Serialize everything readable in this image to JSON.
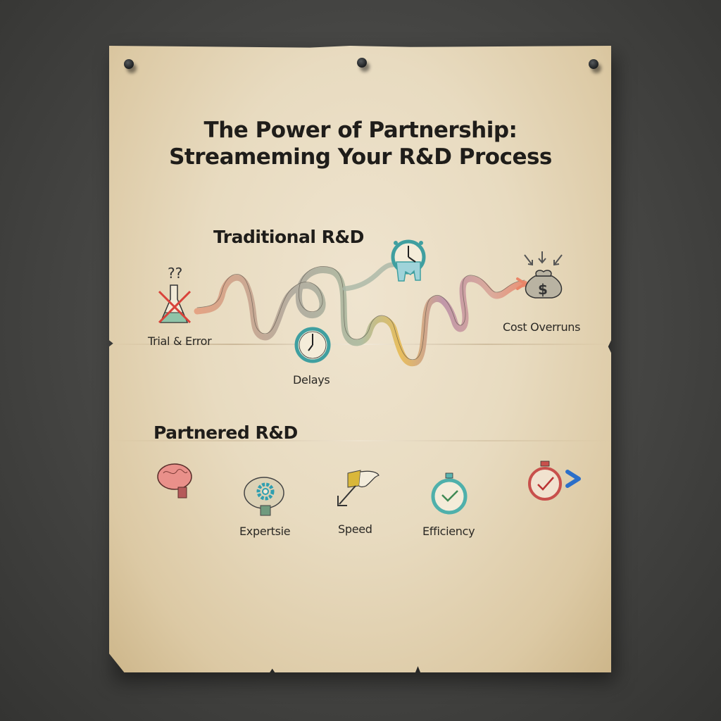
{
  "poster": {
    "title_line1": "The Power of Partnership:",
    "title_line2": "Streameming Your R&D Process",
    "pins": [
      "pin-left",
      "pin-center",
      "pin-right"
    ]
  },
  "traditional": {
    "heading": "Traditional R&D",
    "items": [
      {
        "label": "Trial & Error",
        "icon": "crossed-flask-icon"
      },
      {
        "label": "Delays",
        "icon": "clock-icon"
      },
      {
        "label": "",
        "icon": "melting-clock-icon"
      },
      {
        "label": "Cost Overruns",
        "icon": "money-bag-icon"
      }
    ],
    "path_style": "tangled multicolor pencil path",
    "colors": {
      "start": "#e8936f",
      "end_arrow": "#e8866a",
      "clock": "#3f9fa0"
    }
  },
  "partnered": {
    "heading": "Partnered R&D",
    "items": [
      {
        "label": "",
        "icon": "brain-icon"
      },
      {
        "label": "Expertsie",
        "icon": "brain-gear-icon"
      },
      {
        "label": "Speed",
        "icon": "winged-arrow-icon"
      },
      {
        "label": "Efficiency",
        "icon": "stopwatch-check-icon"
      },
      {
        "label": "",
        "icon": "red-stopwatch-check-icon"
      }
    ],
    "gradient": [
      "#e0463a",
      "#f0a23a",
      "#e9cf3a",
      "#8cc63f",
      "#2aa6d6",
      "#2b6fc9"
    ]
  }
}
